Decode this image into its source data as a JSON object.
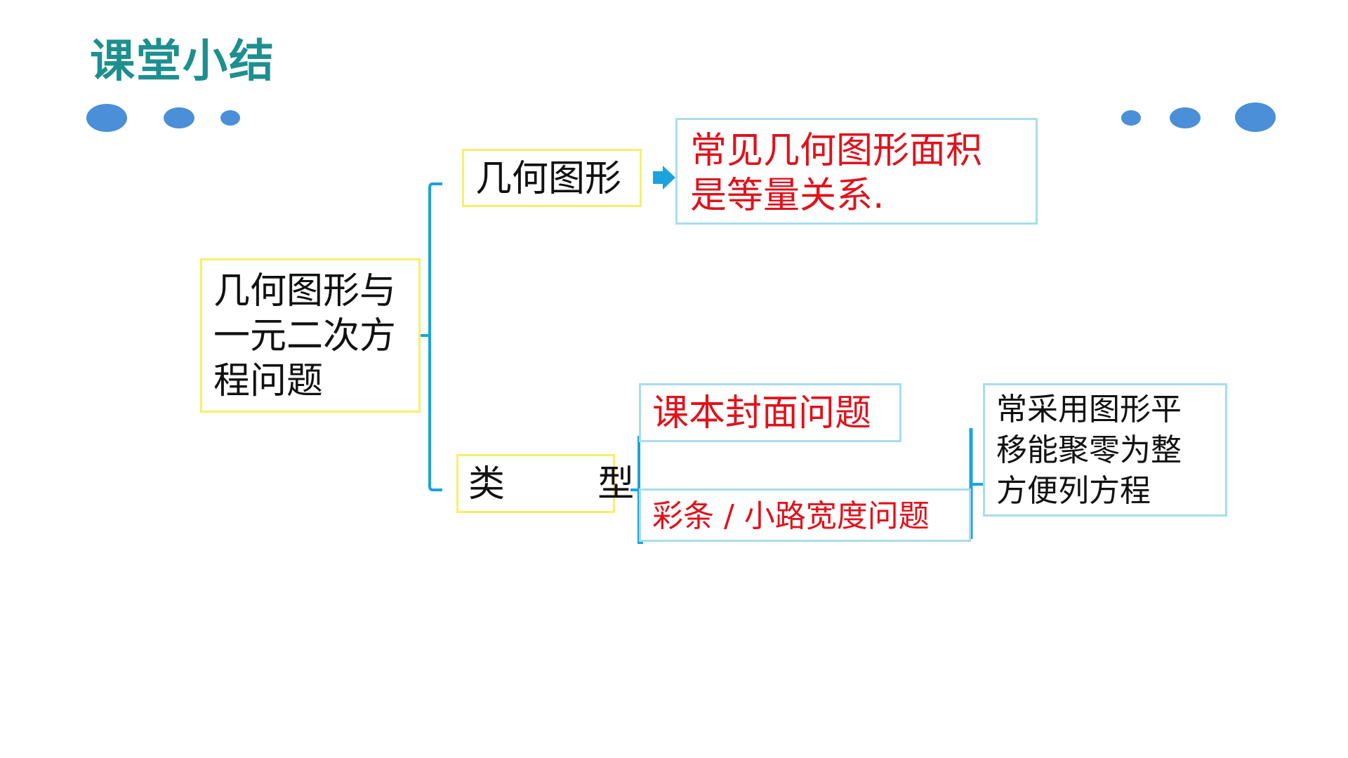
{
  "header": {
    "title": "课堂小结"
  },
  "diagram": {
    "root": {
      "line1": "几何图形与",
      "line2": "一元二次方",
      "line3": "程问题"
    },
    "branch_geometry": {
      "label": "几何图形",
      "note_line1": "常见几何图形面积",
      "note_line2": "是等量关系."
    },
    "branch_types": {
      "label": "类        型",
      "type1": "课本封面问题",
      "type2": "彩条 / 小路宽度问题",
      "method_line1": "常采用图形平",
      "method_line2": "移能聚零为整",
      "method_line3": "方便列方程"
    }
  },
  "colors": {
    "title": "#1d8f8f",
    "dots": "#4a8fd8",
    "connector": "#1aa3dd",
    "highlight_text": "#e0121c",
    "yellow_border": "#f7ef6a",
    "blue_border": "#a8dcef"
  },
  "icons": {
    "arrow": "right-arrow-icon"
  }
}
